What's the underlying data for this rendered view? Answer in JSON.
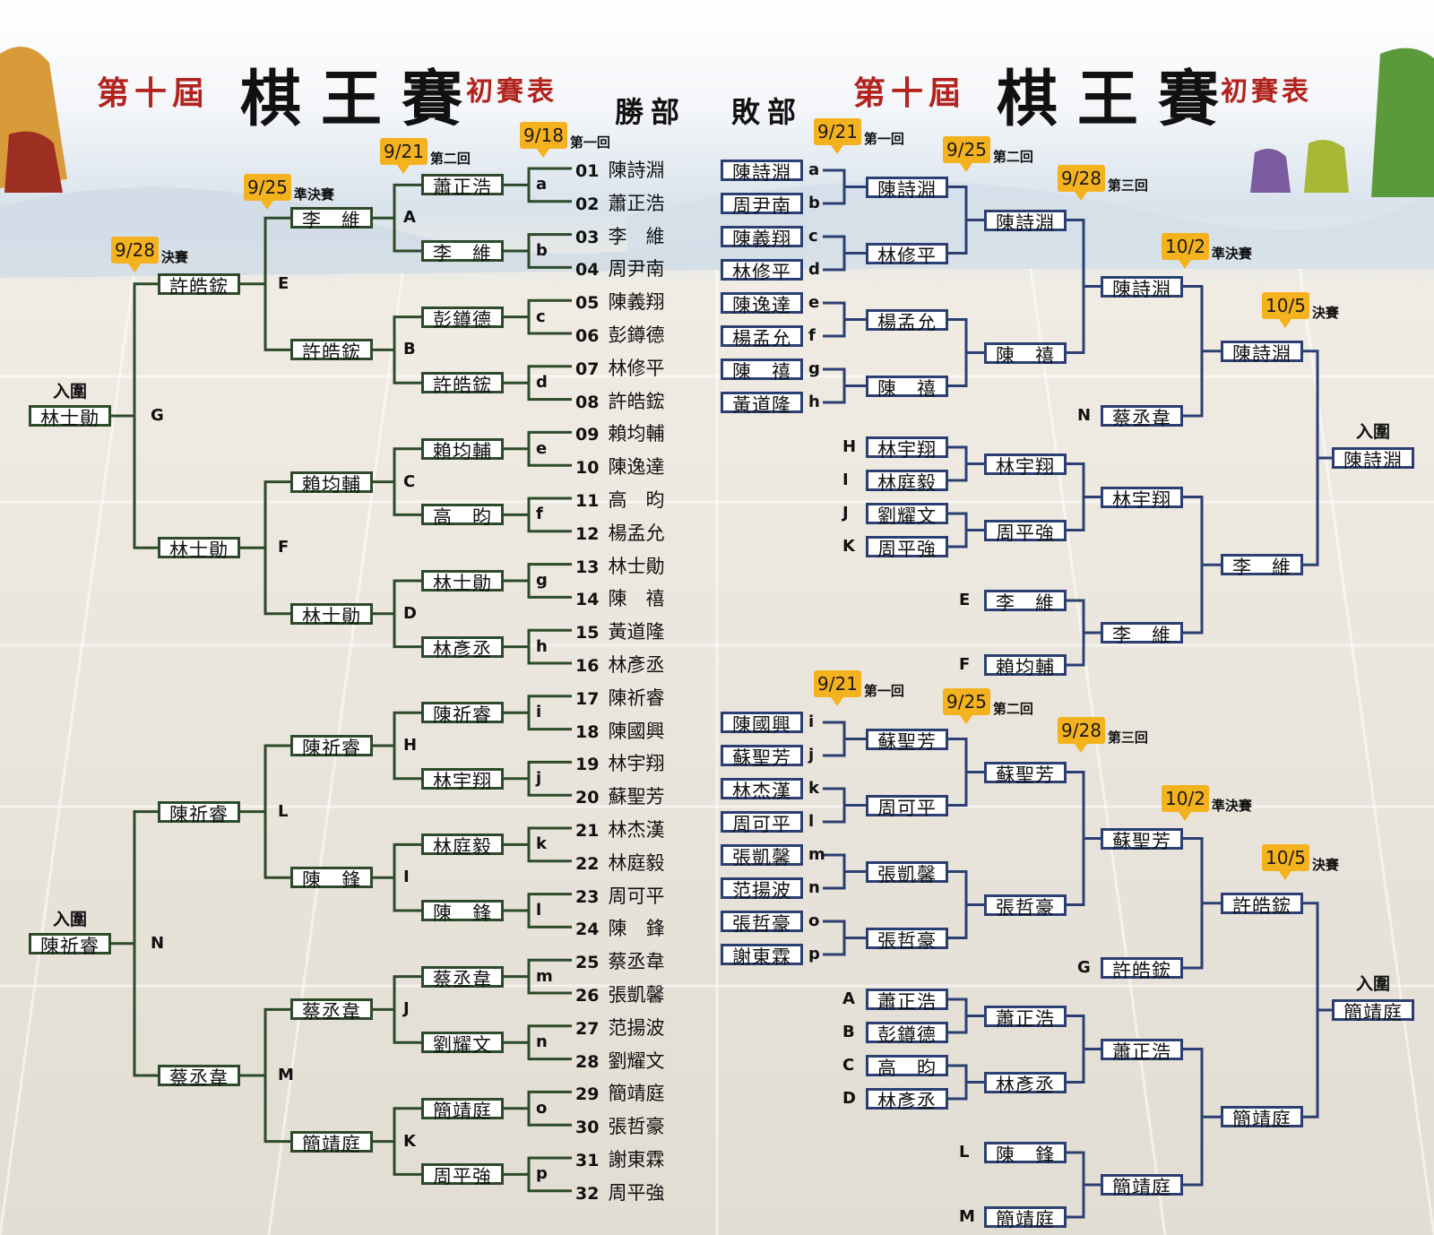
{
  "header": {
    "left": {
      "edition": "第十屆",
      "name": "棋王賽",
      "sub": "初賽表"
    },
    "right": {
      "edition": "第十屆",
      "name": "棋王賽",
      "sub": "初賽表"
    },
    "winners_section": "勝部",
    "losers_section": "敗部"
  },
  "seeds": [
    {
      "num": "01",
      "name": "陳詩淵"
    },
    {
      "num": "02",
      "name": "蕭正浩"
    },
    {
      "num": "03",
      "name": "李　維"
    },
    {
      "num": "04",
      "name": "周尹南"
    },
    {
      "num": "05",
      "name": "陳義翔"
    },
    {
      "num": "06",
      "name": "彭鐏德"
    },
    {
      "num": "07",
      "name": "林修平"
    },
    {
      "num": "08",
      "name": "許皓鋐"
    },
    {
      "num": "09",
      "name": "賴均輔"
    },
    {
      "num": "10",
      "name": "陳逸達"
    },
    {
      "num": "11",
      "name": "高　昀"
    },
    {
      "num": "12",
      "name": "楊孟允"
    },
    {
      "num": "13",
      "name": "林士勛"
    },
    {
      "num": "14",
      "name": "陳　禧"
    },
    {
      "num": "15",
      "name": "黃道隆"
    },
    {
      "num": "16",
      "name": "林彥丞"
    },
    {
      "num": "17",
      "name": "陳祈睿"
    },
    {
      "num": "18",
      "name": "陳國興"
    },
    {
      "num": "19",
      "name": "林宇翔"
    },
    {
      "num": "20",
      "name": "蘇聖芳"
    },
    {
      "num": "21",
      "name": "林杰漢"
    },
    {
      "num": "22",
      "name": "林庭毅"
    },
    {
      "num": "23",
      "name": "周可平"
    },
    {
      "num": "24",
      "name": "陳　鋒"
    },
    {
      "num": "25",
      "name": "蔡丞韋"
    },
    {
      "num": "26",
      "name": "張凱馨"
    },
    {
      "num": "27",
      "name": "范揚波"
    },
    {
      "num": "28",
      "name": "劉耀文"
    },
    {
      "num": "29",
      "name": "簡靖庭"
    },
    {
      "num": "30",
      "name": "張哲豪"
    },
    {
      "num": "31",
      "name": "謝東霖"
    },
    {
      "num": "32",
      "name": "周平強"
    }
  ],
  "winners": {
    "r1_labels": [
      "a",
      "b",
      "c",
      "d",
      "e",
      "f",
      "g",
      "h",
      "i",
      "j",
      "k",
      "l",
      "m",
      "n",
      "o",
      "p"
    ],
    "r1_winners": [
      "蕭正浩",
      "李　維",
      "彭鐏德",
      "許皓鋐",
      "賴均輔",
      "高　昀",
      "林士勛",
      "林彥丞",
      "陳祈睿",
      "林宇翔",
      "林庭毅",
      "陳　鋒",
      "蔡丞韋",
      "劉耀文",
      "簡靖庭",
      "周平強"
    ],
    "r2_labels": [
      "A",
      "B",
      "C",
      "D",
      "H",
      "I",
      "J",
      "K"
    ],
    "r2_winners": [
      "李　維",
      "許皓鋐",
      "賴均輔",
      "林士勛",
      "陳祈睿",
      "陳　鋒",
      "蔡丞韋",
      "簡靖庭"
    ],
    "semi_labels": [
      "E",
      "F",
      "L",
      "M"
    ],
    "semi_winners": [
      "許皓鋐",
      "林士勛",
      "陳祈睿",
      "蔡丞韋"
    ],
    "final_labels": [
      "G",
      "N"
    ],
    "qualifier_caption": "入圍",
    "qualifiers": [
      "林士勛",
      "陳祈睿"
    ]
  },
  "losers_top": {
    "r1_entrants": [
      "陳詩淵",
      "周尹南",
      "陳義翔",
      "林修平",
      "陳逸達",
      "楊孟允",
      "陳　禧",
      "黃道隆"
    ],
    "r1_labels": [
      "a",
      "b",
      "c",
      "d",
      "e",
      "f",
      "g",
      "h"
    ],
    "r1_winners": [
      "陳詩淵",
      "林修平",
      "楊孟允",
      "陳　禧"
    ],
    "r2_winners": [
      "陳詩淵",
      "陳　禧"
    ],
    "r3_winner": "陳詩淵",
    "n_entrant": "蔡丞韋",
    "n_label": "N",
    "hijk_entrants": [
      "林宇翔",
      "林庭毅",
      "劉耀文",
      "周平強"
    ],
    "hijk_labels": [
      "H",
      "I",
      "J",
      "K"
    ],
    "hijk_r1": [
      "林宇翔",
      "周平強"
    ],
    "hijk_r2": "林宇翔",
    "ef_entrants": [
      "李　維",
      "賴均輔"
    ],
    "ef_labels": [
      "E",
      "F"
    ],
    "ef_winner": "李　維",
    "semi_winners": [
      "陳詩淵",
      "李　維"
    ],
    "qualifier_caption": "入圍",
    "qualifier": "陳詩淵"
  },
  "losers_bottom": {
    "r1_entrants": [
      "陳國興",
      "蘇聖芳",
      "林杰漢",
      "周可平",
      "張凱馨",
      "范揚波",
      "張哲豪",
      "謝東霖"
    ],
    "r1_labels": [
      "i",
      "j",
      "k",
      "l",
      "m",
      "n",
      "o",
      "p"
    ],
    "r1_winners": [
      "蘇聖芳",
      "周可平",
      "張凱馨",
      "張哲豪"
    ],
    "r2_winners": [
      "蘇聖芳",
      "張哲豪"
    ],
    "r3_winner": "蘇聖芳",
    "g_entrant": "許皓鋐",
    "g_label": "G",
    "abcd_entrants": [
      "蕭正浩",
      "彭鐏德",
      "高　昀",
      "林彥丞"
    ],
    "abcd_labels": [
      "A",
      "B",
      "C",
      "D"
    ],
    "abcd_r1": [
      "蕭正浩",
      "林彥丞"
    ],
    "abcd_r2": "蕭正浩",
    "lm_entrants": [
      "陳　鋒",
      "簡靖庭"
    ],
    "lm_labels": [
      "L",
      "M"
    ],
    "lm_winner": "簡靖庭",
    "semi_winners": [
      "許皓鋐",
      "簡靖庭"
    ],
    "qualifier_caption": "入圍",
    "qualifier": "簡靖庭"
  },
  "dates": {
    "w_r1": {
      "date": "9/18",
      "round": "第一回"
    },
    "w_r2": {
      "date": "9/21",
      "round": "第二回"
    },
    "w_semi": {
      "date": "9/25",
      "round": "準決賽"
    },
    "w_final": {
      "date": "9/28",
      "round": "決賽"
    },
    "lt_r1": {
      "date": "9/21",
      "round": "第一回"
    },
    "lt_r2": {
      "date": "9/25",
      "round": "第二回"
    },
    "lt_r3": {
      "date": "9/28",
      "round": "第三回"
    },
    "lt_semi": {
      "date": "10/2",
      "round": "準決賽"
    },
    "lt_final": {
      "date": "10/5",
      "round": "決賽"
    },
    "lb_r1": {
      "date": "9/21",
      "round": "第一回"
    },
    "lb_r2": {
      "date": "9/25",
      "round": "第二回"
    },
    "lb_r3": {
      "date": "9/28",
      "round": "第三回"
    },
    "lb_semi": {
      "date": "10/2",
      "round": "準決賽"
    },
    "lb_final": {
      "date": "10/5",
      "round": "決賽"
    }
  },
  "colors": {
    "winners_line": "#2d4a2a",
    "losers_line": "#2b3f72",
    "date_tag": "#f5b21f",
    "title_red": "#b3231e"
  }
}
